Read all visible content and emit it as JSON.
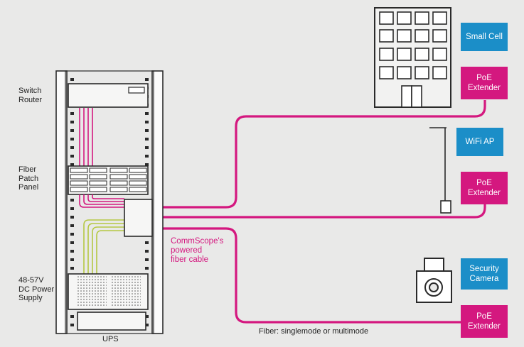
{
  "rack": {
    "switch_label": "Switch\nRouter",
    "patch_label": "Fiber\nPatch\nPanel",
    "power_label": "48-57V\nDC Power\nSupply",
    "ups_label": "UPS"
  },
  "cable": {
    "note": "CommScope's\npowered\nfiber cable",
    "fiber_note": "Fiber: singlemode or multimode"
  },
  "devices": {
    "small_cell": "Small Cell",
    "wifi_ap": "WiFi AP",
    "security_camera": "Security\nCamera",
    "poe_top": "PoE\nExtender",
    "poe_mid": "PoE\nExtender",
    "poe_bot": "PoE\nExtender"
  },
  "colors": {
    "magenta": "#d4187f",
    "blue": "#1b8ec8",
    "green": "#b5c842",
    "background": "#e9e9e8"
  }
}
